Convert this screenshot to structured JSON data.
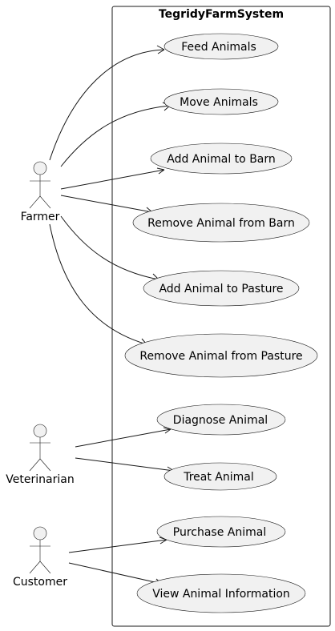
{
  "system": {
    "title": "TegridyFarmSystem"
  },
  "actors": [
    {
      "id": "farmer",
      "label": "Farmer"
    },
    {
      "id": "veterinarian",
      "label": "Veterinarian"
    },
    {
      "id": "customer",
      "label": "Customer"
    }
  ],
  "use_cases": [
    {
      "id": "feed-animals",
      "label": "Feed Animals"
    },
    {
      "id": "move-animals",
      "label": "Move Animals"
    },
    {
      "id": "add-animal-to-barn",
      "label": "Add Animal to Barn"
    },
    {
      "id": "remove-animal-from-barn",
      "label": "Remove Animal from Barn"
    },
    {
      "id": "add-animal-to-pasture",
      "label": "Add Animal to Pasture"
    },
    {
      "id": "remove-animal-from-pasture",
      "label": "Remove Animal from Pasture"
    },
    {
      "id": "diagnose-animal",
      "label": "Diagnose Animal"
    },
    {
      "id": "treat-animal",
      "label": "Treat Animal"
    },
    {
      "id": "purchase-animal",
      "label": "Purchase Animal"
    },
    {
      "id": "view-animal-information",
      "label": "View Animal Information"
    }
  ],
  "associations": [
    {
      "from": "farmer",
      "to": "feed-animals"
    },
    {
      "from": "farmer",
      "to": "move-animals"
    },
    {
      "from": "farmer",
      "to": "add-animal-to-barn"
    },
    {
      "from": "farmer",
      "to": "remove-animal-from-barn"
    },
    {
      "from": "farmer",
      "to": "add-animal-to-pasture"
    },
    {
      "from": "farmer",
      "to": "remove-animal-from-pasture"
    },
    {
      "from": "veterinarian",
      "to": "diagnose-animal"
    },
    {
      "from": "veterinarian",
      "to": "treat-animal"
    },
    {
      "from": "customer",
      "to": "purchase-animal"
    },
    {
      "from": "customer",
      "to": "view-animal-information"
    }
  ]
}
